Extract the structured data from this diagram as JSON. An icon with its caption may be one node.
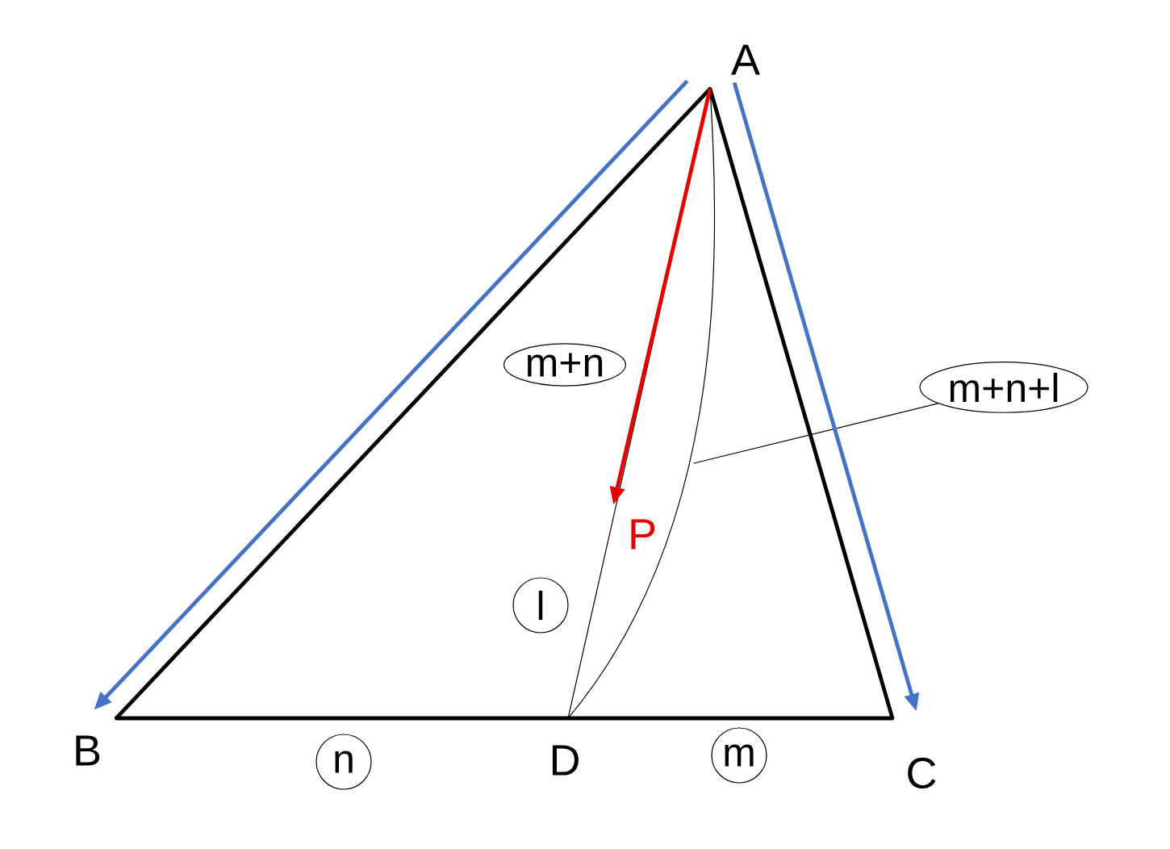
{
  "diagram": {
    "nodes": [
      {
        "text": [
          "A"
        ]
      },
      {
        "text": [
          "m+n"
        ]
      },
      {
        "text": [
          "m+n+l"
        ]
      },
      {
        "text": [
          "P"
        ]
      },
      {
        "text": [
          "l"
        ]
      },
      {
        "text": [
          "B"
        ]
      },
      {
        "text": [
          "n"
        ]
      },
      {
        "text": [
          "D"
        ]
      },
      {
        "text": [
          "m"
        ]
      },
      {
        "text": [
          "C"
        ]
      }
    ],
    "edges": [
      {
        "from": 0,
        "to": 5,
        "arrow": "none"
      },
      {
        "from": 5,
        "to": 7,
        "arrow": "none"
      },
      {
        "from": 7,
        "to": 9,
        "arrow": "none"
      },
      {
        "from": 9,
        "to": 0,
        "arrow": "none"
      },
      {
        "from": 7,
        "to": 0,
        "arrow": "none"
      },
      {
        "from": 7,
        "to": 0,
        "arrow": "none"
      },
      {
        "from": 2,
        "to": null,
        "arrow": "none"
      },
      {
        "from": 0,
        "to": 3,
        "arrow": "to",
        "color": "#e60000"
      },
      {
        "from": 0,
        "to": 5,
        "arrow": "to",
        "color": "#4472c4"
      },
      {
        "from": 0,
        "to": 9,
        "arrow": "to",
        "color": "#4472c4"
      }
    ]
  }
}
